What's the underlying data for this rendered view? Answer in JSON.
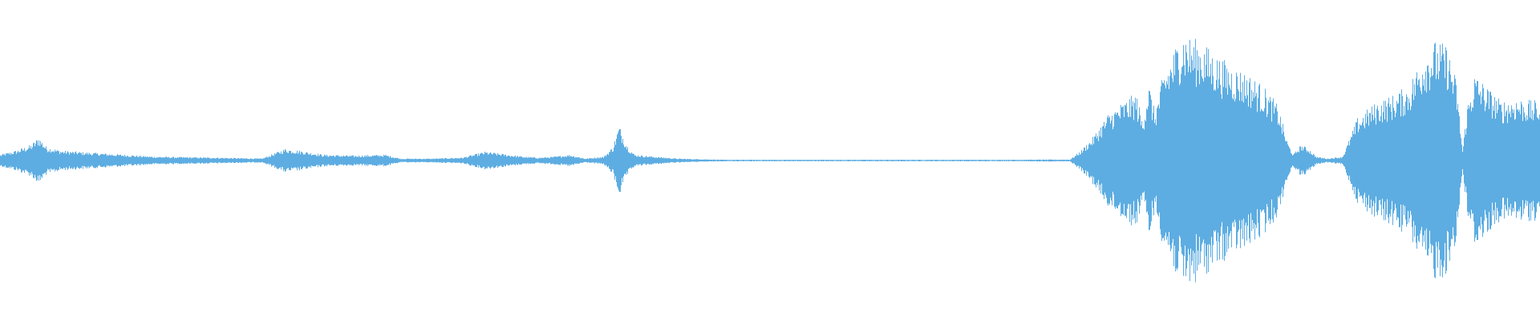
{
  "waveform": {
    "color": "#5dade2",
    "background": "#ffffff",
    "amplitude_envelope": [
      [
        0.0,
        0.03
      ],
      [
        0.01,
        0.05
      ],
      [
        0.02,
        0.08
      ],
      [
        0.025,
        0.12
      ],
      [
        0.03,
        0.07
      ],
      [
        0.04,
        0.05
      ],
      [
        0.06,
        0.04
      ],
      [
        0.08,
        0.03
      ],
      [
        0.1,
        0.02
      ],
      [
        0.14,
        0.015
      ],
      [
        0.17,
        0.01
      ],
      [
        0.185,
        0.06
      ],
      [
        0.195,
        0.05
      ],
      [
        0.21,
        0.03
      ],
      [
        0.23,
        0.025
      ],
      [
        0.25,
        0.03
      ],
      [
        0.26,
        0.01
      ],
      [
        0.28,
        0.01
      ],
      [
        0.3,
        0.015
      ],
      [
        0.315,
        0.045
      ],
      [
        0.33,
        0.03
      ],
      [
        0.34,
        0.02
      ],
      [
        0.35,
        0.015
      ],
      [
        0.36,
        0.02
      ],
      [
        0.37,
        0.03
      ],
      [
        0.38,
        0.01
      ],
      [
        0.392,
        0.02
      ],
      [
        0.398,
        0.07
      ],
      [
        0.402,
        0.18
      ],
      [
        0.407,
        0.08
      ],
      [
        0.412,
        0.03
      ],
      [
        0.425,
        0.02
      ],
      [
        0.44,
        0.01
      ],
      [
        0.47,
        0.004
      ],
      [
        0.55,
        0.004
      ],
      [
        0.65,
        0.004
      ],
      [
        0.695,
        0.005
      ],
      [
        0.702,
        0.05
      ],
      [
        0.71,
        0.12
      ],
      [
        0.72,
        0.24
      ],
      [
        0.73,
        0.3
      ],
      [
        0.738,
        0.34
      ],
      [
        0.742,
        0.2
      ],
      [
        0.746,
        0.4
      ],
      [
        0.75,
        0.25
      ],
      [
        0.756,
        0.45
      ],
      [
        0.762,
        0.55
      ],
      [
        0.768,
        0.66
      ],
      [
        0.773,
        0.62
      ],
      [
        0.78,
        0.6
      ],
      [
        0.79,
        0.53
      ],
      [
        0.8,
        0.48
      ],
      [
        0.81,
        0.44
      ],
      [
        0.82,
        0.38
      ],
      [
        0.83,
        0.28
      ],
      [
        0.836,
        0.1
      ],
      [
        0.84,
        0.03
      ],
      [
        0.845,
        0.08
      ],
      [
        0.85,
        0.06
      ],
      [
        0.855,
        0.02
      ],
      [
        0.862,
        0.01
      ],
      [
        0.872,
        0.02
      ],
      [
        0.878,
        0.14
      ],
      [
        0.882,
        0.22
      ],
      [
        0.895,
        0.3
      ],
      [
        0.905,
        0.33
      ],
      [
        0.915,
        0.38
      ],
      [
        0.925,
        0.55
      ],
      [
        0.932,
        0.6
      ],
      [
        0.94,
        0.58
      ],
      [
        0.946,
        0.4
      ],
      [
        0.95,
        0.05
      ],
      [
        0.953,
        0.28
      ],
      [
        0.958,
        0.44
      ],
      [
        0.965,
        0.38
      ],
      [
        0.975,
        0.3
      ],
      [
        0.985,
        0.32
      ],
      [
        0.995,
        0.3
      ],
      [
        1.0,
        0.3
      ]
    ]
  }
}
